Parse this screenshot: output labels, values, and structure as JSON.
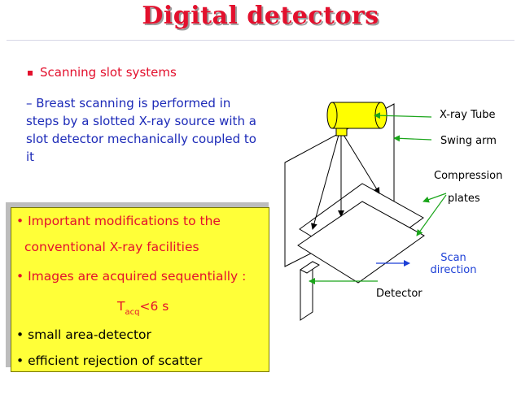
{
  "title": "Digital detectors",
  "bullet1": "Scanning slot systems",
  "description": "– Breast scanning is performed in steps by a slotted X-ray source with a slot detector mechanically coupled to it",
  "box": {
    "item1_line1": "• Important modifications to the",
    "item1_line2": "conventional X-ray facilities",
    "item2": "• Images are acquired sequentially :",
    "formula_main": "T",
    "formula_sub": "acq",
    "formula_rest": "<6 s",
    "item3": "• small area-detector",
    "item4": "• efficient rejection of scatter"
  },
  "diagram": {
    "xray_tube": "X-ray Tube",
    "swing_arm": "Swing arm",
    "compression": "Compression",
    "plates": "plates",
    "scan": "Scan",
    "direction": "direction",
    "detector": "Detector"
  },
  "colors": {
    "title": "#e3102d",
    "text_blue": "#1c2ab8",
    "box_yellow": "#ffff38",
    "arrow_green": "#1aa51a",
    "tube_yellow": "#ffff00"
  }
}
